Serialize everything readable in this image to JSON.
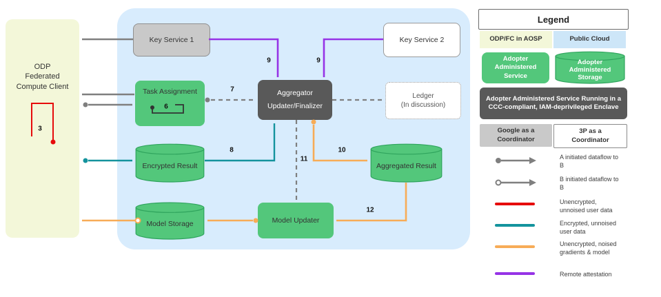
{
  "colors": {
    "green": "#53C77B",
    "client_yellow": "#F3F7D9",
    "cloud_blue": "#D8ECFD",
    "legend_blue": "#CDE6F8",
    "gray_box": "#C9C9C9",
    "dark_box": "#595959",
    "arrow_gray": "#7F7F7F",
    "purple": "#9633E6",
    "teal": "#14939D",
    "orange": "#F7AC57",
    "red": "#E60B0B"
  },
  "nodes": {
    "client": "ODP\nFederated\nCompute Client",
    "key_service_1": "Key Service 1",
    "key_service_2": "Key Service 2",
    "task_assignment": "Task Assignment",
    "aggregator": "Aggregator\nUpdater/Finalizer",
    "ledger": "Ledger\n(In discussion)",
    "encrypted_result": "Encrypted Result",
    "aggregated_result": "Aggregated Result",
    "model_storage": "Model Storage",
    "model_updater": "Model Updater"
  },
  "step_labels": {
    "s3": "3",
    "s6": "6",
    "s7": "7",
    "s8": "8",
    "s9a": "9",
    "s9b": "9",
    "s10": "10",
    "s11": "11",
    "s12": "12"
  },
  "legend": {
    "title": "Legend",
    "odp_aosp": "ODP/FC in AOSP",
    "public_cloud": "Public Cloud",
    "adopter_service": "Adopter\nAdministered\nService",
    "adopter_storage": "Adopter\nAdministered\nStorage",
    "enclave": "Adopter Administered Service Running in a\nCCC-compliant, IAM-deprivileged Enclave",
    "google_coordinator": "Google as a\nCoordinator",
    "third_party_coordinator": "3P as a\nCoordinator",
    "flows": {
      "a_initiated": "A initiated dataflow to\nB",
      "b_initiated": "B initiated dataflow to\nB",
      "unencrypted_user": "Unencrypted,\nunnoised user data",
      "encrypted_user": "Encrypted, unnoised\nuser data",
      "noised_gradients": "Unencrypted, noised\ngradients & model",
      "remote_attestation": "Remote attestation"
    }
  }
}
